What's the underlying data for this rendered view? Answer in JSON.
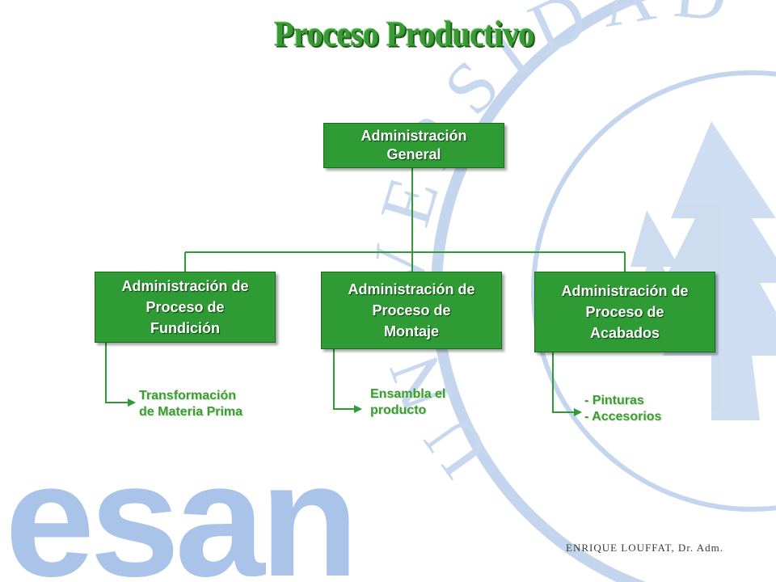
{
  "title": "Proceso Productivo",
  "watermark": {
    "logo_text": "esan",
    "seal_text": "UNIVERSIDAD · ESAN · LIMA · MCMLXIII"
  },
  "org_chart": {
    "root": "Administración\nGeneral",
    "children": [
      {
        "label": "Administración de\nProceso de\nFundición",
        "note": "Transformación\nde Materia Prima"
      },
      {
        "label": "Administración de\nProceso de\nMontaje",
        "note": "Ensambla el\nproducto"
      },
      {
        "label": "Administración de\nProceso de\nAcabados",
        "note": "- Pinturas\n- Accesorios"
      }
    ]
  },
  "colors": {
    "box_fill": "#2e9b34",
    "box_text": "#ffffff",
    "note_text": "#3e9b35",
    "title": "#3a9a34",
    "watermark": "#a9c4e8"
  },
  "footer": {
    "credit": "ENRIQUE LOUFFAT, Dr. Adm."
  }
}
